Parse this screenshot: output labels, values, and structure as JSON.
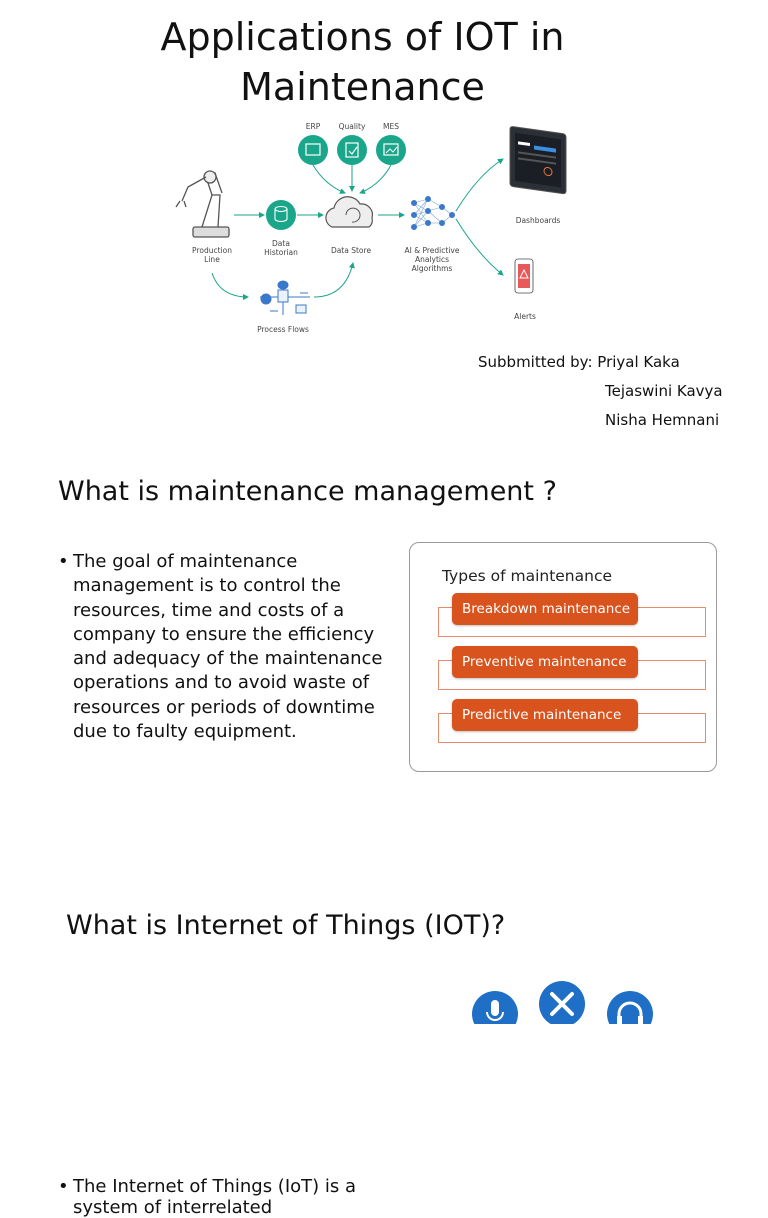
{
  "slide1": {
    "title": "Applications of IOT in Maintenance",
    "diagram": {
      "top_labels": [
        "ERP",
        "Quality",
        "MES"
      ],
      "production_line": "Production Line",
      "data_historian": "Data Historian",
      "data_store": "Data Store",
      "ai": "AI & Predictive Analytics Algorithms",
      "dashboards": "Dashboards",
      "alerts": "Alerts",
      "process_flows": "Process Flows",
      "teal": "#1aa68a"
    },
    "submitted_label": "Subbmitted by:",
    "authors": [
      "Priyal Kaka",
      "Tejaswini Kavya",
      "Nisha Hemnani"
    ]
  },
  "slide2": {
    "heading": "What is maintenance management ?",
    "bullet": "The goal of maintenance management is to control the resources, time and costs of a company to ensure the efficiency and adequacy of the maintenance operations and to avoid waste of resources or  periods of downtime due to faulty equipment.",
    "types_title": "Types of maintenance",
    "types": [
      "Breakdown maintenance",
      "Preventive maintenance",
      "Predictive maintenance"
    ],
    "accent": "#d9531e"
  },
  "slide3": {
    "heading": "What is Internet of Things (IOT)?",
    "bullet": "The Internet of Things (IoT) is a system of interrelated",
    "icons": [
      "microphone-icon",
      "tools-icon",
      "headphones-icon"
    ],
    "icon_color": "#1f6fc6"
  }
}
